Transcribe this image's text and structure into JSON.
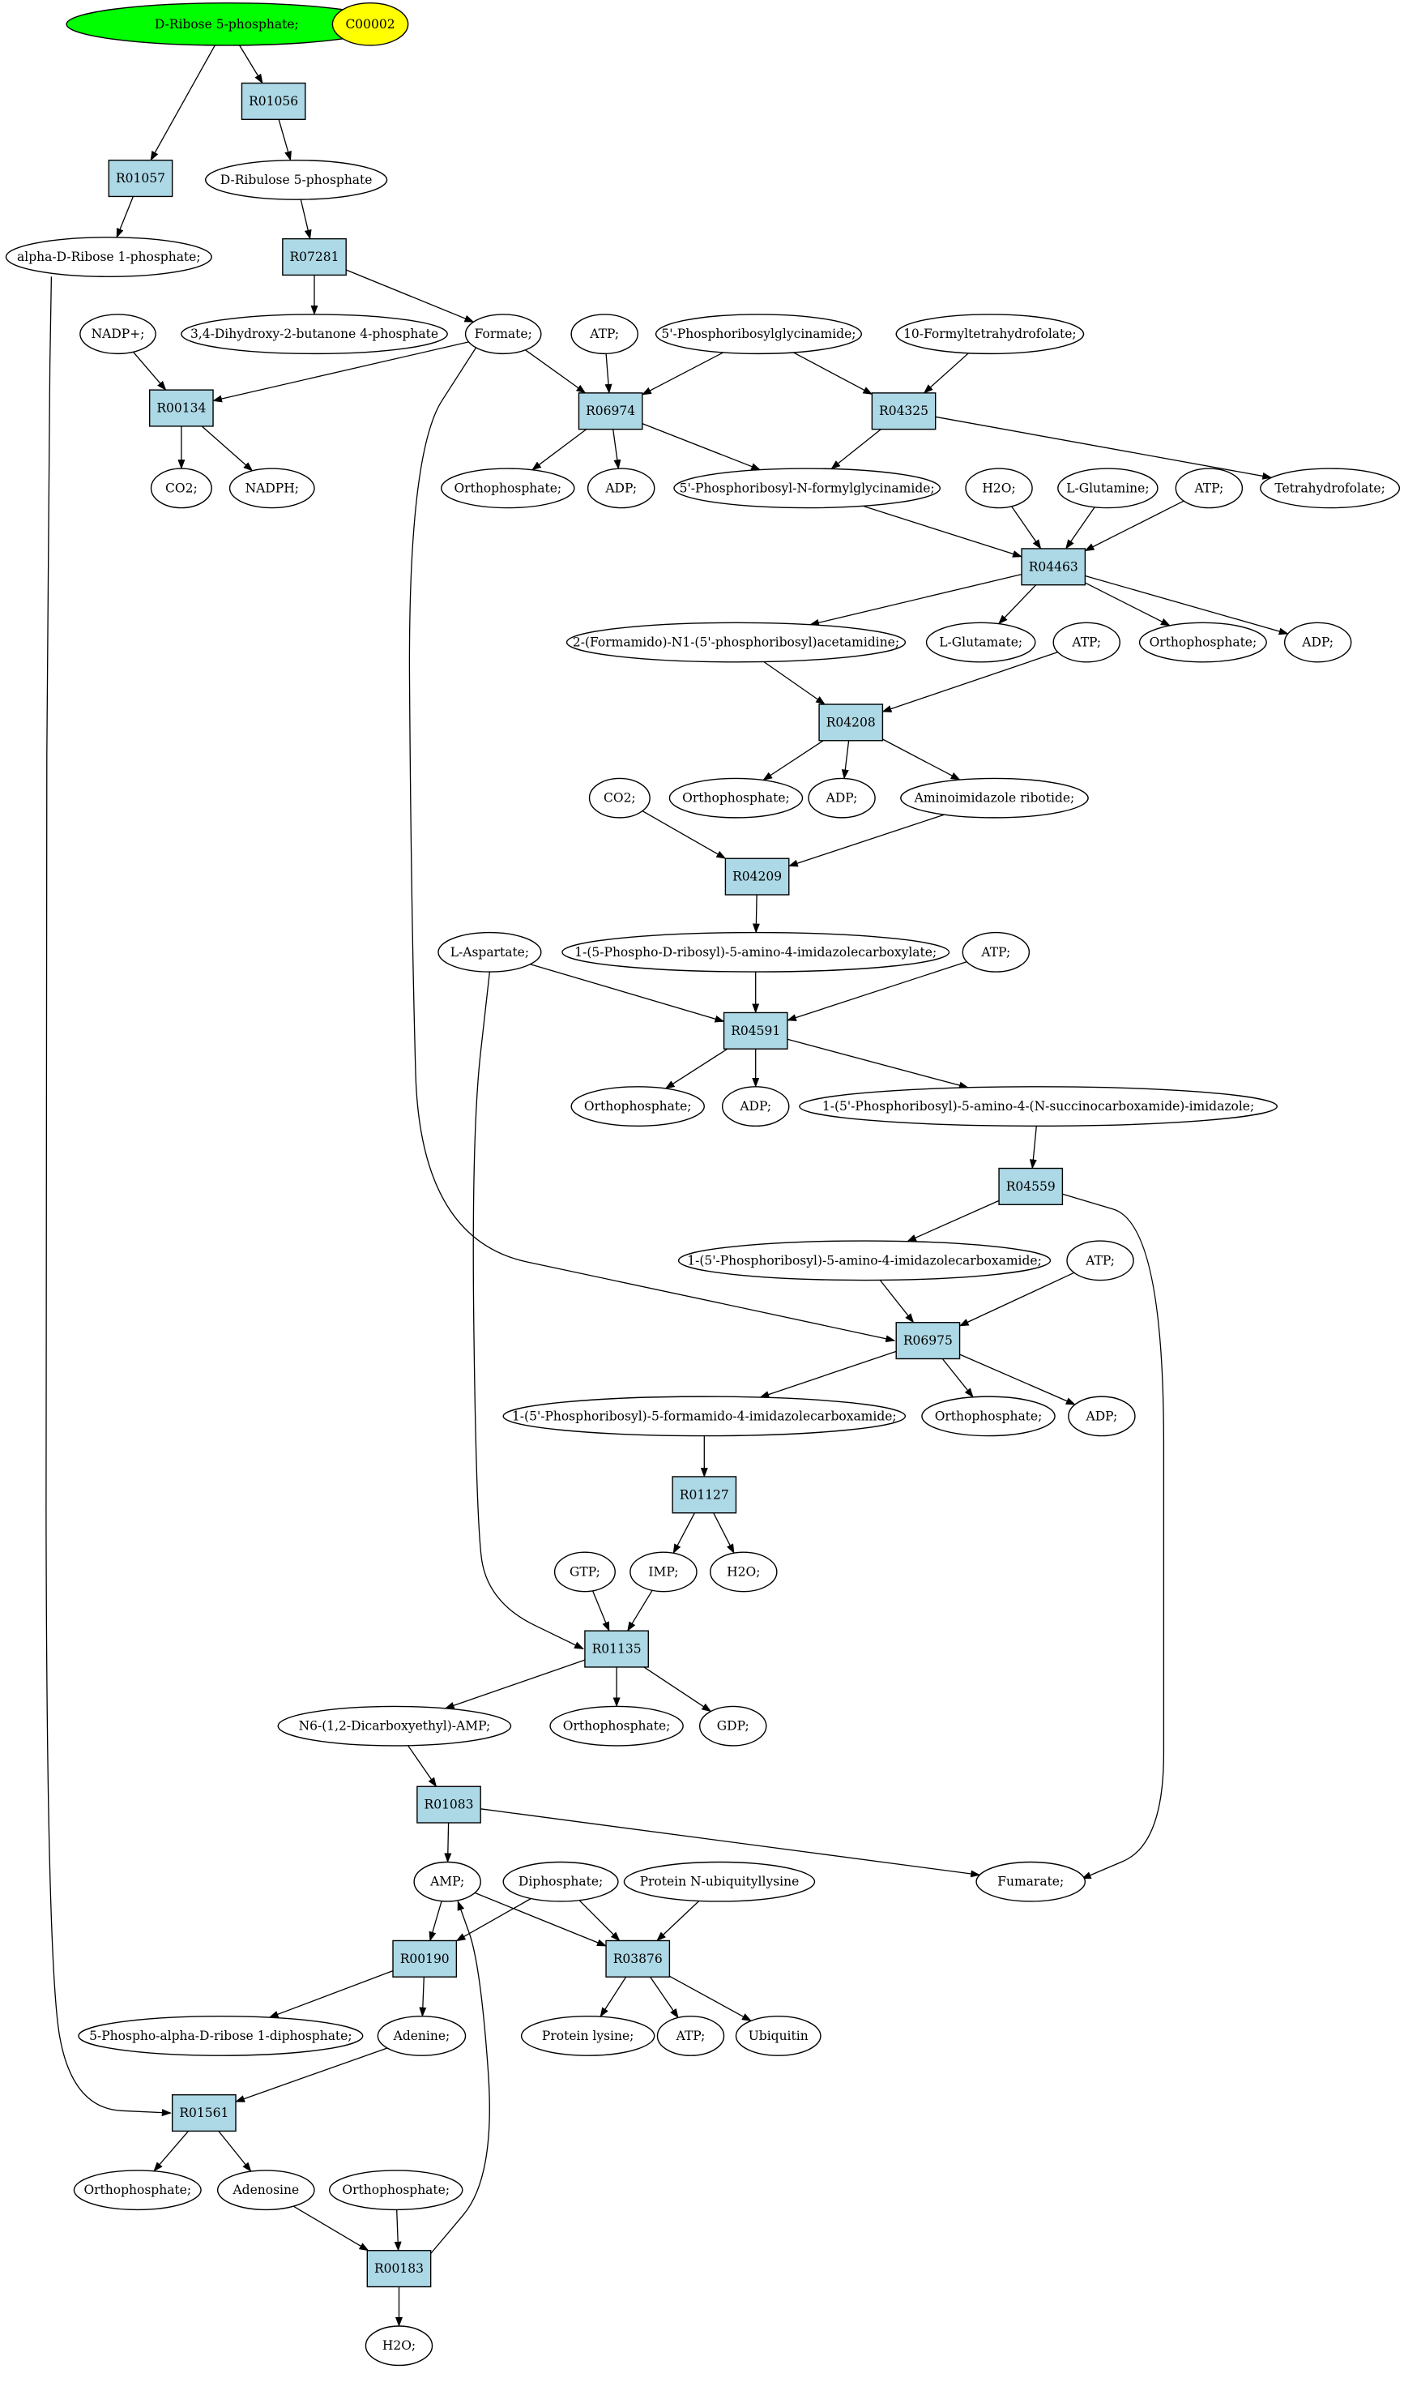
{
  "colors": {
    "reaction_fill": "#add8e6",
    "compound_fill": "#ffffff",
    "highlight_green": "#00ff00",
    "highlight_yellow": "#ffff00",
    "stroke": "#000000"
  },
  "compounds": [
    {
      "id": "c1",
      "label": "D-Ribose 5-phosphate;",
      "fill": "#00ff00"
    },
    {
      "id": "c2",
      "label": "C00002",
      "fill": "#ffff00"
    },
    {
      "id": "c3",
      "label": "D-Ribulose 5-phosphate"
    },
    {
      "id": "c4",
      "label": "alpha-D-Ribose 1-phosphate;"
    },
    {
      "id": "c5",
      "label": "3,4-Dihydroxy-2-butanone 4-phosphate"
    },
    {
      "id": "c6",
      "label": "Formate;"
    },
    {
      "id": "c7",
      "label": "NADP+;"
    },
    {
      "id": "c8",
      "label": "ATP;"
    },
    {
      "id": "c9",
      "label": "5'-Phosphoribosylglycinamide;"
    },
    {
      "id": "c10",
      "label": "10-Formyltetrahydrofolate;"
    },
    {
      "id": "c11",
      "label": "CO2;"
    },
    {
      "id": "c12",
      "label": "NADPH;"
    },
    {
      "id": "c13",
      "label": "Orthophosphate;"
    },
    {
      "id": "c14",
      "label": "ADP;"
    },
    {
      "id": "c15",
      "label": "5'-Phosphoribosyl-N-formylglycinamide;"
    },
    {
      "id": "c16",
      "label": "H2O;"
    },
    {
      "id": "c17",
      "label": "L-Glutamine;"
    },
    {
      "id": "c18",
      "label": "ATP;"
    },
    {
      "id": "c19",
      "label": "Tetrahydrofolate;"
    },
    {
      "id": "c20",
      "label": "2-(Formamido)-N1-(5'-phosphoribosyl)acetamidine;"
    },
    {
      "id": "c21",
      "label": "L-Glutamate;"
    },
    {
      "id": "c22",
      "label": "Orthophosphate;"
    },
    {
      "id": "c23",
      "label": "ADP;"
    },
    {
      "id": "c24",
      "label": "ATP;"
    },
    {
      "id": "c25",
      "label": "Orthophosphate;"
    },
    {
      "id": "c26",
      "label": "ADP;"
    },
    {
      "id": "c27",
      "label": "Aminoimidazole ribotide;"
    },
    {
      "id": "c28",
      "label": "CO2;"
    },
    {
      "id": "c29",
      "label": "L-Aspartate;"
    },
    {
      "id": "c30",
      "label": "1-(5-Phospho-D-ribosyl)-5-amino-4-imidazolecarboxylate;"
    },
    {
      "id": "c31",
      "label": "ATP;"
    },
    {
      "id": "c32",
      "label": "Orthophosphate;"
    },
    {
      "id": "c33",
      "label": "ADP;"
    },
    {
      "id": "c34",
      "label": "1-(5'-Phosphoribosyl)-5-amino-4-(N-succinocarboxamide)-imidazole;"
    },
    {
      "id": "c35",
      "label": "1-(5'-Phosphoribosyl)-5-amino-4-imidazolecarboxamide;"
    },
    {
      "id": "c36",
      "label": "ATP;"
    },
    {
      "id": "c37",
      "label": "1-(5'-Phosphoribosyl)-5-formamido-4-imidazolecarboxamide;"
    },
    {
      "id": "c38",
      "label": "Orthophosphate;"
    },
    {
      "id": "c39",
      "label": "ADP;"
    },
    {
      "id": "c40",
      "label": "GTP;"
    },
    {
      "id": "c41",
      "label": "IMP;"
    },
    {
      "id": "c42",
      "label": "H2O;"
    },
    {
      "id": "c43",
      "label": "N6-(1,2-Dicarboxyethyl)-AMP;"
    },
    {
      "id": "c44",
      "label": "Orthophosphate;"
    },
    {
      "id": "c45",
      "label": "GDP;"
    },
    {
      "id": "c46",
      "label": "AMP;"
    },
    {
      "id": "c47",
      "label": "Diphosphate;"
    },
    {
      "id": "c48",
      "label": "Protein N-ubiquityllysine"
    },
    {
      "id": "c49",
      "label": "Fumarate;"
    },
    {
      "id": "c50",
      "label": "5-Phospho-alpha-D-ribose 1-diphosphate;"
    },
    {
      "id": "c51",
      "label": "Adenine;"
    },
    {
      "id": "c52",
      "label": "Protein lysine;"
    },
    {
      "id": "c53",
      "label": "ATP;"
    },
    {
      "id": "c54",
      "label": "Ubiquitin"
    },
    {
      "id": "c55",
      "label": "Orthophosphate;"
    },
    {
      "id": "c56",
      "label": "Adenosine"
    },
    {
      "id": "c57",
      "label": "Orthophosphate;"
    },
    {
      "id": "c58",
      "label": "H2O;"
    }
  ],
  "reactions": [
    {
      "id": "R01056",
      "label": "R01056"
    },
    {
      "id": "R01057",
      "label": "R01057"
    },
    {
      "id": "R07281",
      "label": "R07281"
    },
    {
      "id": "R00134",
      "label": "R00134"
    },
    {
      "id": "R06974",
      "label": "R06974"
    },
    {
      "id": "R04325",
      "label": "R04325"
    },
    {
      "id": "R04463",
      "label": "R04463"
    },
    {
      "id": "R04208",
      "label": "R04208"
    },
    {
      "id": "R04209",
      "label": "R04209"
    },
    {
      "id": "R04591",
      "label": "R04591"
    },
    {
      "id": "R04559",
      "label": "R04559"
    },
    {
      "id": "R06975",
      "label": "R06975"
    },
    {
      "id": "R01127",
      "label": "R01127"
    },
    {
      "id": "R01135",
      "label": "R01135"
    },
    {
      "id": "R01083",
      "label": "R01083"
    },
    {
      "id": "R00190",
      "label": "R00190"
    },
    {
      "id": "R03876",
      "label": "R03876"
    },
    {
      "id": "R01561",
      "label": "R01561"
    },
    {
      "id": "R00183",
      "label": "R00183"
    }
  ],
  "edges": [
    {
      "from": "c1",
      "to": "R01057"
    },
    {
      "from": "c1",
      "to": "R01056"
    },
    {
      "from": "R01056",
      "to": "c3"
    },
    {
      "from": "R01057",
      "to": "c4"
    },
    {
      "from": "c3",
      "to": "R07281"
    },
    {
      "from": "R07281",
      "to": "c5"
    },
    {
      "from": "R07281",
      "to": "c6"
    },
    {
      "from": "c7",
      "to": "R00134"
    },
    {
      "from": "c6",
      "to": "R00134"
    },
    {
      "from": "R00134",
      "to": "c11"
    },
    {
      "from": "R00134",
      "to": "c12"
    },
    {
      "from": "c6",
      "to": "R06974"
    },
    {
      "from": "c8",
      "to": "R06974"
    },
    {
      "from": "c9",
      "to": "R06974"
    },
    {
      "from": "c9",
      "to": "R04325"
    },
    {
      "from": "c10",
      "to": "R04325"
    },
    {
      "from": "R06974",
      "to": "c13"
    },
    {
      "from": "R06974",
      "to": "c14"
    },
    {
      "from": "R06974",
      "to": "c15"
    },
    {
      "from": "R04325",
      "to": "c15"
    },
    {
      "from": "R04325",
      "to": "c19"
    },
    {
      "from": "c15",
      "to": "R04463"
    },
    {
      "from": "c16",
      "to": "R04463"
    },
    {
      "from": "c17",
      "to": "R04463"
    },
    {
      "from": "c18",
      "to": "R04463"
    },
    {
      "from": "R04463",
      "to": "c20"
    },
    {
      "from": "R04463",
      "to": "c21"
    },
    {
      "from": "R04463",
      "to": "c22"
    },
    {
      "from": "R04463",
      "to": "c23"
    },
    {
      "from": "c20",
      "to": "R04208"
    },
    {
      "from": "c24",
      "to": "R04208"
    },
    {
      "from": "R04208",
      "to": "c25"
    },
    {
      "from": "R04208",
      "to": "c26"
    },
    {
      "from": "R04208",
      "to": "c27"
    },
    {
      "from": "c28",
      "to": "R04209"
    },
    {
      "from": "c27",
      "to": "R04209"
    },
    {
      "from": "R04209",
      "to": "c30"
    },
    {
      "from": "c29",
      "to": "R04591"
    },
    {
      "from": "c30",
      "to": "R04591"
    },
    {
      "from": "c31",
      "to": "R04591"
    },
    {
      "from": "R04591",
      "to": "c32"
    },
    {
      "from": "R04591",
      "to": "c33"
    },
    {
      "from": "R04591",
      "to": "c34"
    },
    {
      "from": "c34",
      "to": "R04559"
    },
    {
      "from": "R04559",
      "to": "c35"
    },
    {
      "from": "R04559",
      "to": "c49"
    },
    {
      "from": "c35",
      "to": "R06975"
    },
    {
      "from": "c36",
      "to": "R06975"
    },
    {
      "from": "c6",
      "to": "R06975"
    },
    {
      "from": "R06975",
      "to": "c37"
    },
    {
      "from": "R06975",
      "to": "c38"
    },
    {
      "from": "R06975",
      "to": "c39"
    },
    {
      "from": "c37",
      "to": "R01127"
    },
    {
      "from": "R01127",
      "to": "c41"
    },
    {
      "from": "R01127",
      "to": "c42"
    },
    {
      "from": "c40",
      "to": "R01135"
    },
    {
      "from": "c41",
      "to": "R01135"
    },
    {
      "from": "c29",
      "to": "R01135"
    },
    {
      "from": "R01135",
      "to": "c43"
    },
    {
      "from": "R01135",
      "to": "c44"
    },
    {
      "from": "R01135",
      "to": "c45"
    },
    {
      "from": "c43",
      "to": "R01083"
    },
    {
      "from": "R01083",
      "to": "c46"
    },
    {
      "from": "R01083",
      "to": "c49"
    },
    {
      "from": "c46",
      "to": "R00190"
    },
    {
      "from": "c47",
      "to": "R00190"
    },
    {
      "from": "c46",
      "to": "R03876"
    },
    {
      "from": "c47",
      "to": "R03876"
    },
    {
      "from": "c48",
      "to": "R03876"
    },
    {
      "from": "R00190",
      "to": "c50"
    },
    {
      "from": "R00190",
      "to": "c51"
    },
    {
      "from": "R03876",
      "to": "c52"
    },
    {
      "from": "R03876",
      "to": "c53"
    },
    {
      "from": "R03876",
      "to": "c54"
    },
    {
      "from": "c51",
      "to": "R01561"
    },
    {
      "from": "c4",
      "to": "R01561"
    },
    {
      "from": "R01561",
      "to": "c55"
    },
    {
      "from": "R01561",
      "to": "c56"
    },
    {
      "from": "c56",
      "to": "R00183"
    },
    {
      "from": "c57",
      "to": "R00183"
    },
    {
      "from": "R00183",
      "to": "c58"
    },
    {
      "from": "R00183",
      "to": "c46"
    }
  ]
}
